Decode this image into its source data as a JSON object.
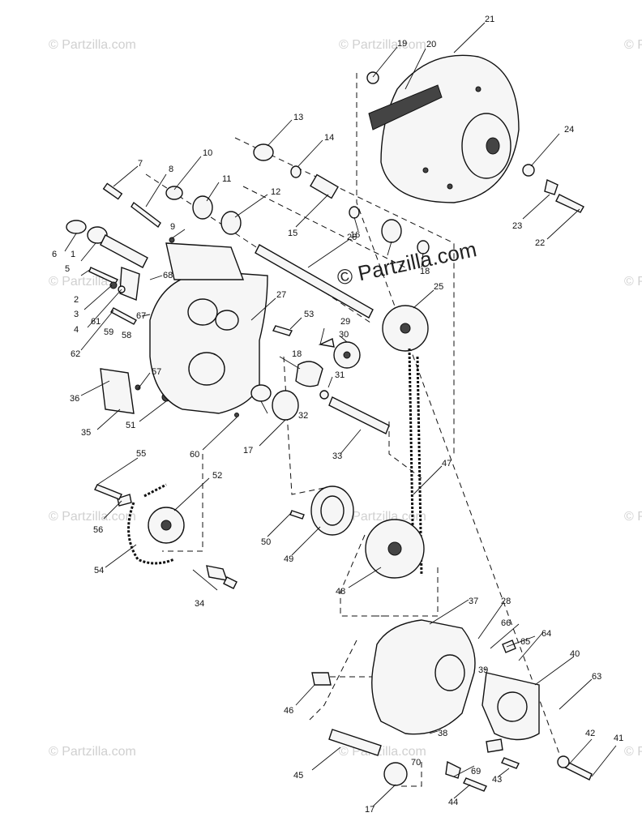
{
  "watermarks": {
    "text": "© Partzilla.com",
    "center": "© Partzilla.com"
  },
  "callouts": {
    "c1": "1",
    "c2": "2",
    "c3": "3",
    "c4": "4",
    "c5": "5",
    "c6": "6",
    "c7": "7",
    "c8": "8",
    "c9": "9",
    "c10": "10",
    "c11": "11",
    "c12": "12",
    "c13": "13",
    "c14": "14",
    "c15": "15",
    "c16": "16",
    "c17": "17",
    "c17b": "17",
    "c18": "18",
    "c18b": "18",
    "c19": "19",
    "c20": "20",
    "c21": "21",
    "c22": "22",
    "c23": "23",
    "c24": "24",
    "c25": "25",
    "c26": "26",
    "c27": "27",
    "c28": "28",
    "c29": "29",
    "c30": "30",
    "c31": "31",
    "c32": "32",
    "c33": "33",
    "c34": "34",
    "c35": "35",
    "c36": "36",
    "c37": "37",
    "c38": "38",
    "c39": "39",
    "c40": "40",
    "c41": "41",
    "c42": "42",
    "c43": "43",
    "c44": "44",
    "c45": "45",
    "c46": "46",
    "c47": "47",
    "c48": "48",
    "c49": "49",
    "c50": "50",
    "c51": "51",
    "c52": "52",
    "c53": "53",
    "c54": "54",
    "c55": "55",
    "c56": "56",
    "c57": "57",
    "c58": "58",
    "c59": "59",
    "c60": "60",
    "c61": "61",
    "c62": "62",
    "c63": "63",
    "c64": "64",
    "c65": "65",
    "c66": "66",
    "c67": "67",
    "c68": "68",
    "c69": "69",
    "c70": "70"
  }
}
